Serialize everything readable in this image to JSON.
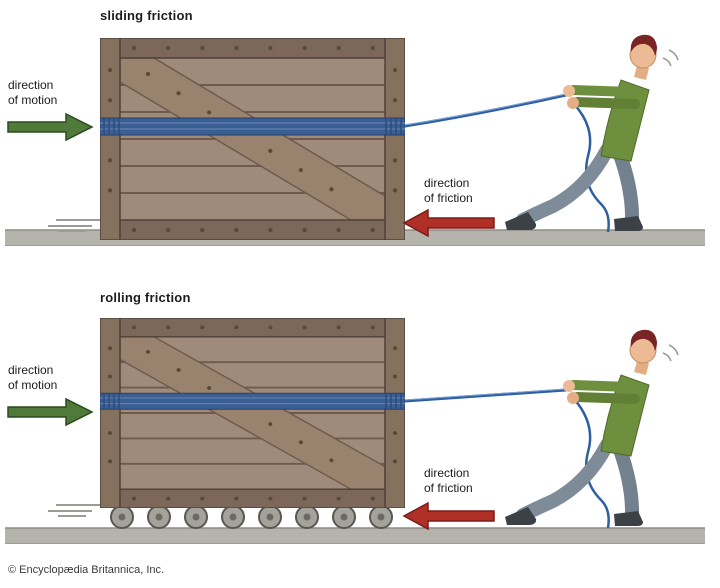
{
  "figure": {
    "credit": "© Encyclopædia Britannica, Inc."
  },
  "panels": [
    {
      "title": "sliding friction",
      "motion_label": [
        "direction",
        "of motion"
      ],
      "friction_label": [
        "direction",
        "of friction"
      ]
    },
    {
      "title": "rolling friction",
      "motion_label": [
        "direction",
        "of motion"
      ],
      "friction_label": [
        "direction",
        "of friction"
      ]
    }
  ],
  "colors": {
    "motion_arrow": "#4f7a3a",
    "motion_arrow_edge": "#2e4a20",
    "friction_arrow": "#b03028",
    "friction_arrow_edge": "#781d18",
    "rope": "#2e5fa3",
    "rope_highlight": "#7aa0d4",
    "ground": "#b4b4ac",
    "crate_frame": "#7c675a",
    "crate_side_beam": "#86715f",
    "crate_plank": "#a08b7a",
    "crate_diagonal": "#99836f",
    "strap": "#3c5f93",
    "wheel": "#a3a39b",
    "wheel_hub": "#6d6862"
  }
}
